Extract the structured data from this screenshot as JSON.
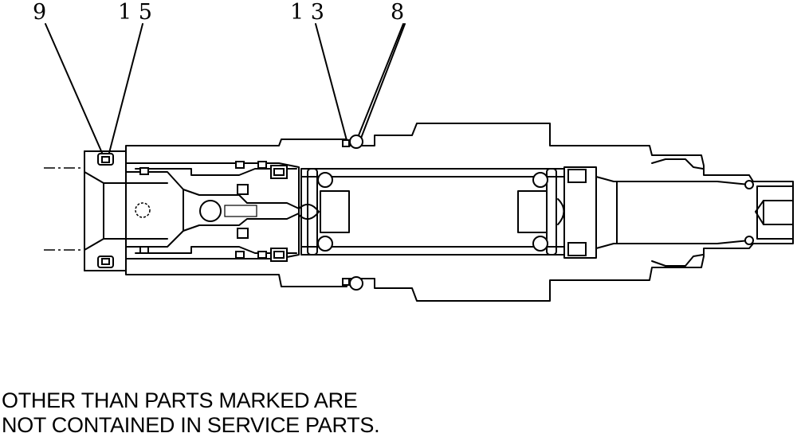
{
  "callouts": {
    "label_9": "9",
    "label_15": "1 5",
    "label_13": "1 3",
    "label_8": "8"
  },
  "note": {
    "line1": "OTHER THAN PARTS MARKED ARE",
    "line2": "NOT CONTAINED IN SERVICE PARTS."
  },
  "colors": {
    "ink": "#000000",
    "background": "#ffffff"
  }
}
